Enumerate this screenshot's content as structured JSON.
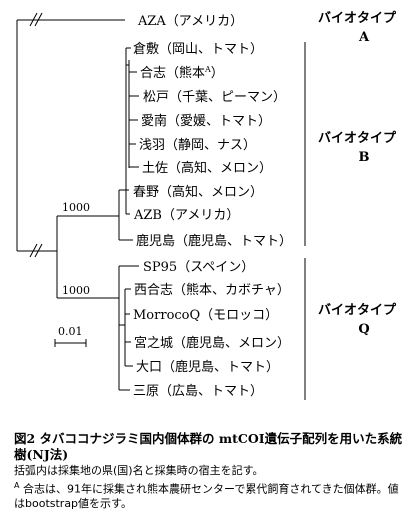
{
  "leaves": {
    "aza_outgroup": "AZA（アメリカ）",
    "b1": "倉敷（岡山、トマト）",
    "b2_main": "合志（熊本",
    "b2_sup": "A",
    "b2_close": "）",
    "b3": "松戸（千葉、ピーマン）",
    "b4": "愛南（愛媛、トマト）",
    "b5": "浅羽（静岡、ナス）",
    "b6": "土佐（高知、メロン）",
    "b7": "春野（高知、メロン）",
    "b8": "AZB（アメリカ）",
    "b9": "鹿児島（鹿児島、トマト）",
    "q1": "SP95（スペイン）",
    "q2": "西合志（熊本、カボチャ）",
    "q3": "MorrocoQ（モロッコ）",
    "q4": "宮之城（鹿児島、メロン）",
    "q5": "大口（鹿児島、トマト）",
    "q6": "三原（広島、トマト）"
  },
  "bootstrap": {
    "b_clade": "1000",
    "q_clade": "1000"
  },
  "scale_bar": "0.01",
  "biotypes": {
    "a": {
      "line1": "バイオタイプ",
      "line2": "A"
    },
    "b": {
      "line1": "バイオタイプ",
      "line2": "B"
    },
    "q": {
      "line1": "バイオタイプ",
      "line2": "Q"
    }
  },
  "caption": {
    "title": "図2 タバココナジラミ国内個体群の mtCOI遺伝子配列を用いた系統樹(NJ法)",
    "note1": "括弧内は採集地の県(国)名と採集時の宿主を記す。",
    "note2_sup": "A",
    "note2": " 合志は、91年に採集され熊本農研センターで累代飼育されてきた個体群。値はbootstrap値を示す。"
  }
}
